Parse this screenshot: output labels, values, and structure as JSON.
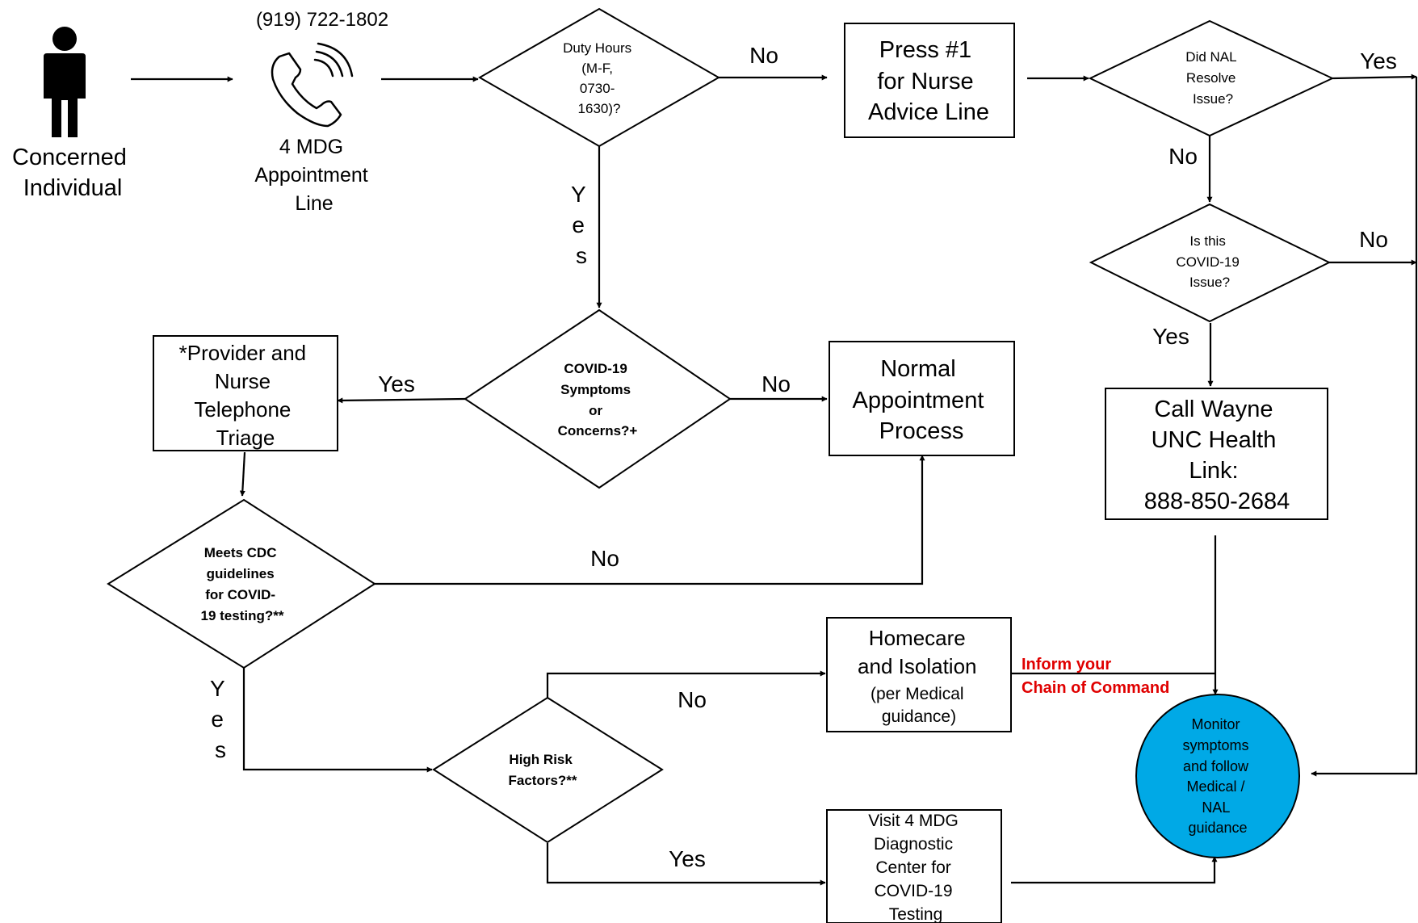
{
  "colors": {
    "accent_red": "#e00000",
    "monitor_fill": "#00a9e6",
    "line": "#000000"
  },
  "icons": {
    "person": "person-icon",
    "phone": "phone-icon"
  },
  "start": {
    "lines": [
      "Concerned",
      "Individual"
    ]
  },
  "phone": {
    "number": "(919) 722-1802",
    "lines": [
      "4 MDG",
      "Appointment",
      "Line"
    ]
  },
  "decisions": {
    "duty": [
      "Duty Hours",
      "(M-F,",
      "0730-",
      "1630)?"
    ],
    "covid": [
      "COVID-19",
      "Symptoms",
      "or",
      "Concerns?+"
    ],
    "cdc": [
      "Meets CDC",
      "guidelines",
      "for COVID-",
      "19 testing?**"
    ],
    "risk": [
      "High Risk",
      "Factors?**"
    ],
    "nal": [
      "Did NAL",
      "Resolve",
      "Issue?"
    ],
    "is_covid": [
      "Is this",
      "COVID-19",
      "Issue?"
    ]
  },
  "boxes": {
    "nurse_line": [
      "Press #1",
      "for Nurse",
      "Advice Line"
    ],
    "triage": [
      "*Provider and",
      "Nurse",
      "Telephone",
      "Triage"
    ],
    "normal": [
      "Normal",
      "Appointment",
      "Process"
    ],
    "homecare": [
      "Homecare",
      "and Isolation",
      "(per Medical",
      "guidance)"
    ],
    "diagnostic": [
      "Visit 4 MDG",
      "Diagnostic",
      "Center for",
      "COVID-19",
      "Testing"
    ],
    "wayne": [
      "Call Wayne",
      "UNC Health",
      "Link:",
      "888-850-2684"
    ],
    "monitor": [
      "Monitor",
      "symptoms",
      "and follow",
      "Medical /",
      "NAL",
      "guidance"
    ]
  },
  "edge_labels": {
    "duty_no": "No",
    "duty_yes": [
      "Y",
      "e",
      "s"
    ],
    "covid_yes": "Yes",
    "covid_no": "No",
    "cdc_no": "No",
    "cdc_yes": [
      "Y",
      "e",
      "s"
    ],
    "risk_no": "No",
    "risk_yes": "Yes",
    "nal_yes": "Yes",
    "nal_no": "No",
    "is_covid_no": "No",
    "is_covid_yes": "Yes"
  },
  "note": [
    "Inform your",
    "Chain of Command"
  ]
}
